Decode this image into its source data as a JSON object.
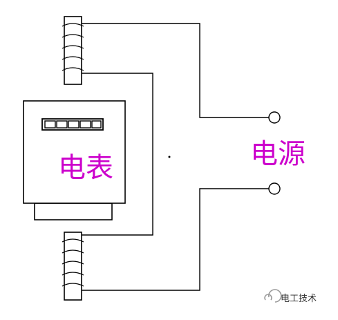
{
  "labels": {
    "meter": "电表",
    "power_source": "电源",
    "watermark": "电工技术"
  },
  "colors": {
    "line": "#000000",
    "label": "#cc00cc",
    "background": "#ffffff",
    "display_cell": "#ffffff",
    "watermark_text": "#333333",
    "watermark_icon": "#9a9a9a"
  },
  "icons": {
    "coil": "coil-icon",
    "terminal": "terminal-icon",
    "watermark": "wechat-logo-icon"
  }
}
